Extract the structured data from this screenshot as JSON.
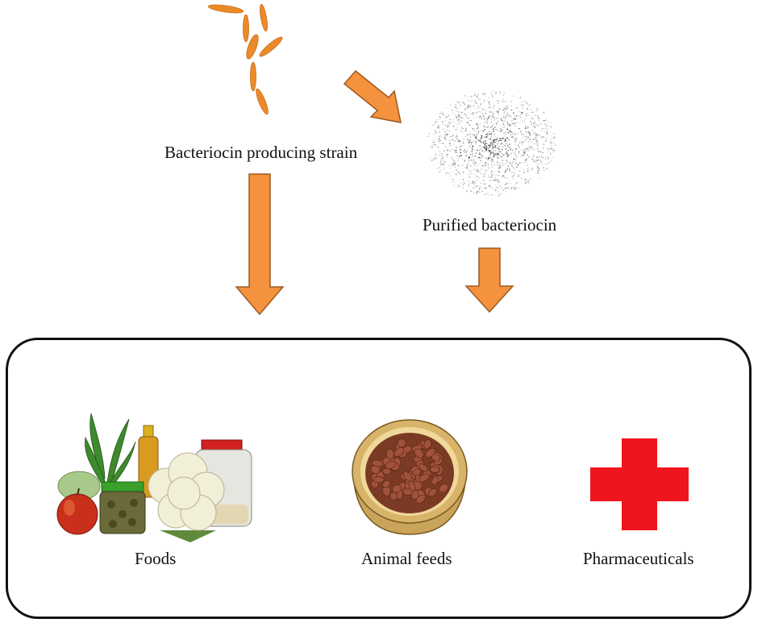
{
  "labels": {
    "strain": "Bacteriocin producing strain",
    "purified": "Purified bacteriocin",
    "foods": "Foods",
    "animal_feeds": "Animal feeds",
    "pharmaceuticals": "Pharmaceuticals"
  },
  "colors": {
    "arrow_fill": "#f5923e",
    "arrow_stroke": "#9a5a22",
    "bacteria": "#ec8a2a",
    "cross": "#f0141e",
    "box_border": "#111111"
  },
  "icons": {
    "bacteria": "rod-bacteria-cluster",
    "powder": "powder-pile",
    "foods": "food-collection",
    "feeds": "pet-food-bowl",
    "pharma": "red-cross"
  }
}
